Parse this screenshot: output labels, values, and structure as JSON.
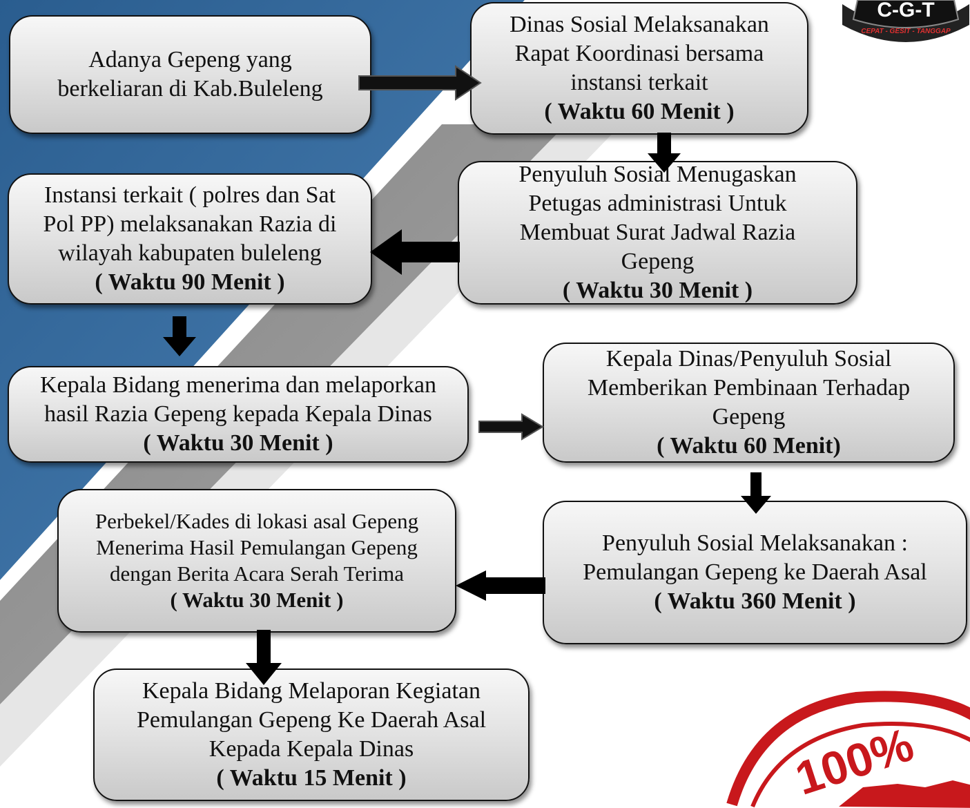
{
  "badge": {
    "title": "C-G-T",
    "motto": "CEPAT - GESIT - TANGGAP"
  },
  "stamp": {
    "text": "100%"
  },
  "steps": [
    {
      "lines": [
        "Adanya Gepeng yang",
        "berkeliaran di Kab.Buleleng"
      ],
      "time": ""
    },
    {
      "lines": [
        "Dinas Sosial Melaksanakan",
        "Rapat Koordinasi bersama",
        "instansi terkait"
      ],
      "time": "( Waktu 60  Menit )"
    },
    {
      "lines": [
        "Penyuluh Sosial Menugaskan",
        "Petugas administrasi Untuk",
        "Membuat Surat Jadwal Razia",
        "Gepeng"
      ],
      "time": "( Waktu 30  Menit )"
    },
    {
      "lines": [
        "Instansi terkait ( polres dan Sat",
        "Pol PP) melaksanakan Razia di",
        "wilayah kabupaten buleleng"
      ],
      "time": "( Waktu 90 Menit )"
    },
    {
      "lines": [
        "Kepala Bidang menerima dan melaporkan",
        "hasil Razia Gepeng kepada Kepala Dinas"
      ],
      "time": "(  Waktu  30  Menit )"
    },
    {
      "lines": [
        "Kepala Dinas/Penyuluh Sosial",
        "Memberikan Pembinaan Terhadap",
        "Gepeng"
      ],
      "time": "( Waktu 60 Menit)"
    },
    {
      "lines": [
        "Penyuluh Sosial Melaksanakan :",
        "Pemulangan  Gepeng ke Daerah Asal"
      ],
      "time": "( Waktu 360  Menit  )"
    },
    {
      "lines": [
        "Perbekel/Kades di lokasi asal Gepeng",
        "Menerima Hasil Pemulangan Gepeng",
        "dengan  Berita Acara Serah Terima"
      ],
      "time": "( Waktu 30 Menit )"
    },
    {
      "lines": [
        "Kepala Bidang Melaporan Kegiatan",
        "Pemulangan Gepeng Ke Daerah Asal",
        "Kepada Kepala Dinas"
      ],
      "time": "( Waktu 15  Menit )"
    }
  ]
}
